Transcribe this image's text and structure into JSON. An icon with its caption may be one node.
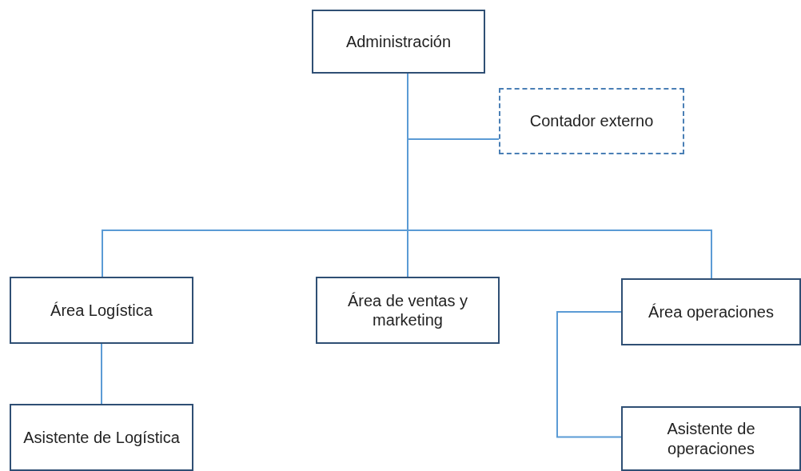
{
  "diagram": {
    "nodes": [
      {
        "text": [
          "Administración"
        ]
      },
      {
        "text": [
          "Contador externo"
        ]
      },
      {
        "text": [
          "Área Logística"
        ]
      },
      {
        "text": [
          "Área de ventas y marketing"
        ]
      },
      {
        "text": [
          "Área operaciones"
        ]
      },
      {
        "text": [
          "Asistente de Logística"
        ]
      },
      {
        "text": [
          "Asistente de operaciones"
        ]
      }
    ],
    "edges": [
      {
        "from": 0,
        "to": 1,
        "arrow": "none"
      },
      {
        "from": 0,
        "to": 2,
        "arrow": "none"
      },
      {
        "from": 0,
        "to": 3,
        "arrow": "none"
      },
      {
        "from": 0,
        "to": 4,
        "arrow": "none"
      },
      {
        "from": 2,
        "to": 5,
        "arrow": "none"
      },
      {
        "from": 4,
        "to": 6,
        "arrow": "none"
      }
    ]
  }
}
